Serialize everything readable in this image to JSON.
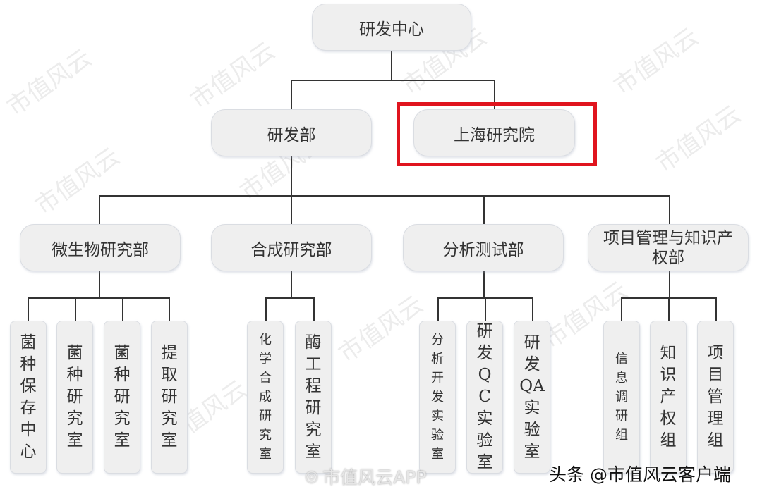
{
  "root": "研发中心",
  "level2": [
    "研发部",
    "上海研究院"
  ],
  "level3": [
    "微生物研究部",
    "合成研究部",
    "分析测试部",
    "项目管理与知识产权部"
  ],
  "leaves": {
    "micro": [
      "菌种保存中心",
      "菌种研究室",
      "菌种研究室",
      "提取研究室"
    ],
    "synth": [
      "化学合成研究室",
      "酶工程研究室"
    ],
    "analysis": [
      "分析开发实验室",
      "研发QC实验室",
      "研发QA实验室"
    ],
    "pm": [
      "信息调研组",
      "知识产权组",
      "项目管理组"
    ]
  },
  "highlight_color": "#e0141e",
  "watermark": "市值风云",
  "footer": {
    "weibo": "市值风云APP",
    "toutiao": "头条 @市值风云客户端"
  }
}
